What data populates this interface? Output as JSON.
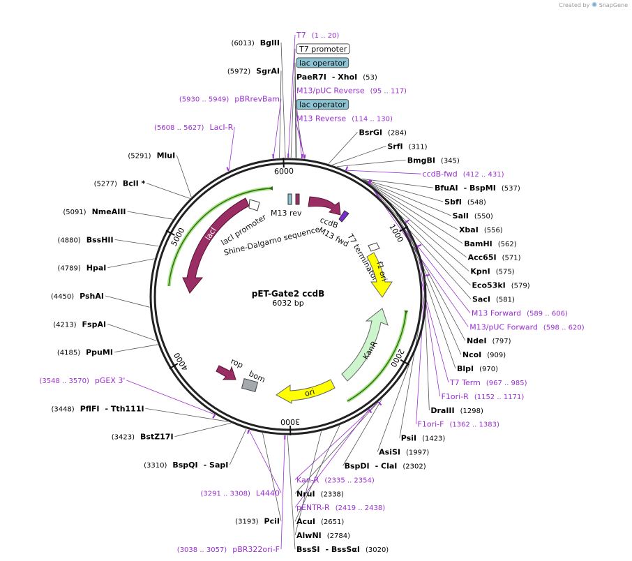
{
  "brand": {
    "created_by": "Created by",
    "name": "SnapGene"
  },
  "plasmid": {
    "name": "pET-Gate2 ccdB",
    "size_label": "6032 bp",
    "length": 6032
  },
  "colors": {
    "enzyme": "#000000",
    "primer": "#9a2fd1",
    "feature_maroon": "#9a2d63",
    "feature_yellow": "#ffff00",
    "feature_green": "#ccf5cc",
    "feature_gray": "#a4a9ad",
    "lac_operator": "#8ac2d2",
    "primer_arrow": "#6bd132"
  },
  "ticks": [
    {
      "pos": 1000,
      "label": "1000"
    },
    {
      "pos": 2000,
      "label": "2000"
    },
    {
      "pos": 3000,
      "label": "3000"
    },
    {
      "pos": 4000,
      "label": "4000"
    },
    {
      "pos": 5000,
      "label": "5000"
    },
    {
      "pos": 6000,
      "label": "6000"
    }
  ],
  "right_labels": [
    {
      "kind": "primer",
      "name": "T7",
      "coord": "(1 .. 20)"
    },
    {
      "kind": "box",
      "name": "T7 promoter"
    },
    {
      "kind": "box_blue",
      "name": "lac operator"
    },
    {
      "kind": "enzyme",
      "name": "PaeR7I",
      "alt": "- XhoI",
      "coord": "(53)"
    },
    {
      "kind": "primer",
      "name": "M13/pUC Reverse",
      "coord": "(95 .. 117)"
    },
    {
      "kind": "box_blue",
      "name": "lac operator"
    },
    {
      "kind": "primer",
      "name": "M13 Reverse",
      "coord": "(114 .. 130)"
    },
    {
      "kind": "enzyme",
      "name": "BsrGI",
      "coord": "(284)"
    },
    {
      "kind": "enzyme",
      "name": "SrfI",
      "coord": "(311)"
    },
    {
      "kind": "enzyme",
      "name": "BmgBI",
      "coord": "(345)"
    },
    {
      "kind": "primer",
      "name": "ccdB-fwd",
      "coord": "(412 .. 431)"
    },
    {
      "kind": "enzyme",
      "name": "BfuAI",
      "alt": "- BspMI",
      "coord": "(537)"
    },
    {
      "kind": "enzyme",
      "name": "SbfI",
      "coord": "(548)"
    },
    {
      "kind": "enzyme",
      "name": "SalI",
      "coord": "(550)"
    },
    {
      "kind": "enzyme",
      "name": "XbaI",
      "coord": "(556)"
    },
    {
      "kind": "enzyme",
      "name": "BamHI",
      "coord": "(562)"
    },
    {
      "kind": "enzyme",
      "name": "Acc65I",
      "coord": "(571)"
    },
    {
      "kind": "enzyme",
      "name": "KpnI",
      "coord": "(575)"
    },
    {
      "kind": "enzyme",
      "name": "Eco53kI",
      "coord": "(579)"
    },
    {
      "kind": "enzyme",
      "name": "SacI",
      "coord": "(581)"
    },
    {
      "kind": "primer",
      "name": "M13 Forward",
      "coord": "(589 .. 606)"
    },
    {
      "kind": "primer",
      "name": "M13/pUC Forward",
      "coord": "(598 .. 620)"
    },
    {
      "kind": "enzyme",
      "name": "NdeI",
      "coord": "(797)"
    },
    {
      "kind": "enzyme",
      "name": "NcoI",
      "coord": "(909)"
    },
    {
      "kind": "enzyme",
      "name": "BlpI",
      "coord": "(970)"
    },
    {
      "kind": "primer",
      "name": "T7 Term",
      "coord": "(967 .. 985)"
    },
    {
      "kind": "primer",
      "name": "F1ori-R",
      "coord": "(1152 .. 1171)"
    },
    {
      "kind": "enzyme",
      "name": "DraIII",
      "coord": "(1298)"
    },
    {
      "kind": "primer",
      "name": "F1ori-F",
      "coord": "(1362 .. 1383)"
    },
    {
      "kind": "enzyme",
      "name": "PsiI",
      "coord": "(1423)"
    },
    {
      "kind": "enzyme",
      "name": "AsiSI",
      "coord": "(1997)"
    },
    {
      "kind": "enzyme",
      "name": "BspDI",
      "alt": "- ClaI",
      "coord": "(2302)"
    },
    {
      "kind": "primer",
      "name": "Kan-R",
      "coord": "(2335 .. 2354)"
    },
    {
      "kind": "enzyme",
      "name": "NruI",
      "coord": "(2338)"
    },
    {
      "kind": "primer",
      "name": "pENTR-R",
      "coord": "(2419 .. 2438)"
    },
    {
      "kind": "enzyme",
      "name": "AcuI",
      "coord": "(2651)"
    },
    {
      "kind": "enzyme",
      "name": "AlwNI",
      "coord": "(2784)"
    },
    {
      "kind": "enzyme",
      "name": "BssSI",
      "alt": "- BssSαI",
      "coord": "(3020)"
    }
  ],
  "left_labels": [
    {
      "kind": "enzyme",
      "name": "BglII",
      "coord": "(6013)"
    },
    {
      "kind": "enzyme",
      "name": "SgrAI",
      "coord": "(5972)"
    },
    {
      "kind": "primer",
      "name": "pBRrevBam",
      "coord": "(5930 .. 5949)"
    },
    {
      "kind": "primer",
      "name": "LacI-R",
      "coord": "(5608 .. 5627)"
    },
    {
      "kind": "enzyme",
      "name": "MluI",
      "coord": "(5291)"
    },
    {
      "kind": "enzyme",
      "name": "BclI *",
      "coord": "(5277)"
    },
    {
      "kind": "enzyme",
      "name": "NmeAIII",
      "coord": "(5091)"
    },
    {
      "kind": "enzyme",
      "name": "BssHII",
      "coord": "(4880)"
    },
    {
      "kind": "enzyme",
      "name": "HpaI",
      "coord": "(4789)"
    },
    {
      "kind": "enzyme",
      "name": "PshAI",
      "coord": "(4450)"
    },
    {
      "kind": "enzyme",
      "name": "FspAI",
      "coord": "(4213)"
    },
    {
      "kind": "enzyme",
      "name": "PpuMI",
      "coord": "(4185)"
    },
    {
      "kind": "primer",
      "name": "pGEX 3'",
      "coord": "(3548 .. 3570)"
    },
    {
      "kind": "enzyme",
      "name": "PflFI",
      "alt": "- Tth111I",
      "coord": "(3448)"
    },
    {
      "kind": "enzyme",
      "name": "BstZ17I",
      "coord": "(3423)"
    },
    {
      "kind": "enzyme",
      "name": "BspQI",
      "alt": "- SapI",
      "coord": "(3310)"
    },
    {
      "kind": "primer",
      "name": "L4440",
      "coord": "(3291 .. 3308)"
    },
    {
      "kind": "enzyme",
      "name": "PciI",
      "coord": "(3193)"
    },
    {
      "kind": "primer",
      "name": "pBR322ori-F",
      "coord": "(3038 .. 3057)"
    }
  ],
  "features": [
    {
      "name": "lacI"
    },
    {
      "name": "lacI promoter"
    },
    {
      "name": "Shine-Dalgarno sequence"
    },
    {
      "name": "M13 rev"
    },
    {
      "name": "ccdB"
    },
    {
      "name": "M13 fwd"
    },
    {
      "name": "T7 terminator"
    },
    {
      "name": "f1 ori"
    },
    {
      "name": "KanR"
    },
    {
      "name": "ori"
    },
    {
      "name": "rop"
    },
    {
      "name": "bom"
    }
  ]
}
